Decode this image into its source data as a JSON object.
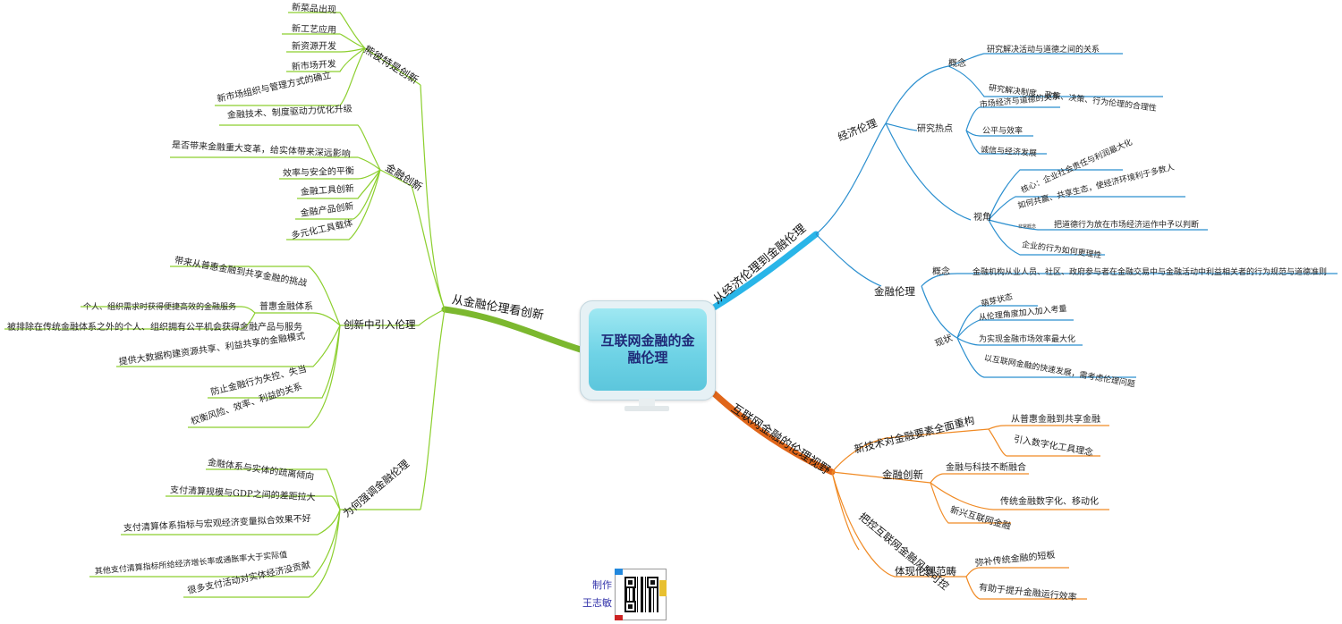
{
  "center": {
    "title": "互联网金融的金融伦理"
  },
  "credit": {
    "label": "制作",
    "author": "王志敏"
  },
  "colors": {
    "left_branch": "#8dc63f",
    "right_top_branch": "#2ab7e6",
    "right_bottom_branch": "#e8701a",
    "right_top_lines": "#2b8fcf",
    "right_bottom_lines": "#f08a24",
    "left_lines": "#8ccf2e"
  },
  "left_branch": {
    "title": "从金融伦理看创新",
    "groups": [
      {
        "title": "熊彼特是创新",
        "items": [
          "新菜品出现",
          "新工艺应用",
          "新资源开发",
          "新市场开发",
          "新市场组织与管理方式的确立"
        ]
      },
      {
        "title": "金融创新",
        "items": [
          "金融技术、制度驱动力优化升级",
          "是否带来金融重大变革，给实体带来深远影响",
          "效率与安全的平衡",
          "金融工具创新",
          "金融产品创新",
          "多元化工具载体"
        ]
      },
      {
        "title": "创新中引入伦理",
        "items": [
          "带来从普惠金融到共享金融的挑战",
          "普惠金融体系",
          "个人、组织需求时获得便捷高效的金融服务",
          "被排除在传统金融体系之外的个人、组织拥有公平机会获得金融产品与服务",
          "提供大数据构建资源共享、利益共享的金融模式",
          "防止金融行为失控、失当",
          "权衡风险、效率、利益的关系"
        ]
      },
      {
        "title": "为何强调金融伦理",
        "items": [
          "金融体系与实体的疏离倾向",
          "支付清算规模与GDP之间的差距拉大",
          "支付清算体系指标与宏观经济变量拟合效果不好",
          "其他支付清算指标所给经济增长率或通胀率大于实际值",
          "很多支付活动对实体经济没贡献"
        ]
      }
    ]
  },
  "right_top_branch": {
    "title": "从经济伦理到金融伦理",
    "groups": [
      {
        "title": "经济伦理",
        "subgroups": [
          {
            "title": "概念",
            "items": [
              "研究解决活动与道德之间的关系",
              "研究解决制度、政策、决策、行为伦理的合理性"
            ]
          },
          {
            "title": "研究热点",
            "items": [
              "市场经济与道德的关系",
              "公平与效率",
              "诚信与经济发展"
            ]
          },
          {
            "title": "视角",
            "items": [
              "核心：企业社会责任与利润最大化",
              "如何共赢、共享生态，使经济环境利于多数人",
              "把道德行为放在市场经济运作中予以判断",
              "企业的行为如何更理性"
            ],
            "note": "非常概念"
          }
        ]
      },
      {
        "title": "金融伦理",
        "subgroups": [
          {
            "title": "概念",
            "items": [
              "金融机构从业人员、社区、政府参与者在金融交易中与金融活动中利益相关者的行为规范与道德准则"
            ]
          },
          {
            "title": "现状",
            "items": [
              "萌芽状态",
              "从伦理角度加入加入考量",
              "为实现金融市场效率最大化",
              "以互联网金融的快速发展，需考虑伦理问题"
            ]
          }
        ]
      }
    ]
  },
  "right_bottom_branch": {
    "title": "互联网金融的伦理视野",
    "groups": [
      {
        "title": "新技术对金融要素全面重构",
        "items": [
          "从普惠金融到共享金融",
          "引入数字化工具理念"
        ]
      },
      {
        "title": "金融创新",
        "items": [
          "金融与科技不断融合",
          "传统金融数字化、移动化",
          "新兴互联网金融"
        ]
      },
      {
        "title": "把控互联网金融风险可控",
        "items": []
      },
      {
        "title": "体现伦理范畴",
        "items": [
          "弥补传统金融的短板",
          "有助于提升金融运行效率"
        ]
      }
    ]
  }
}
